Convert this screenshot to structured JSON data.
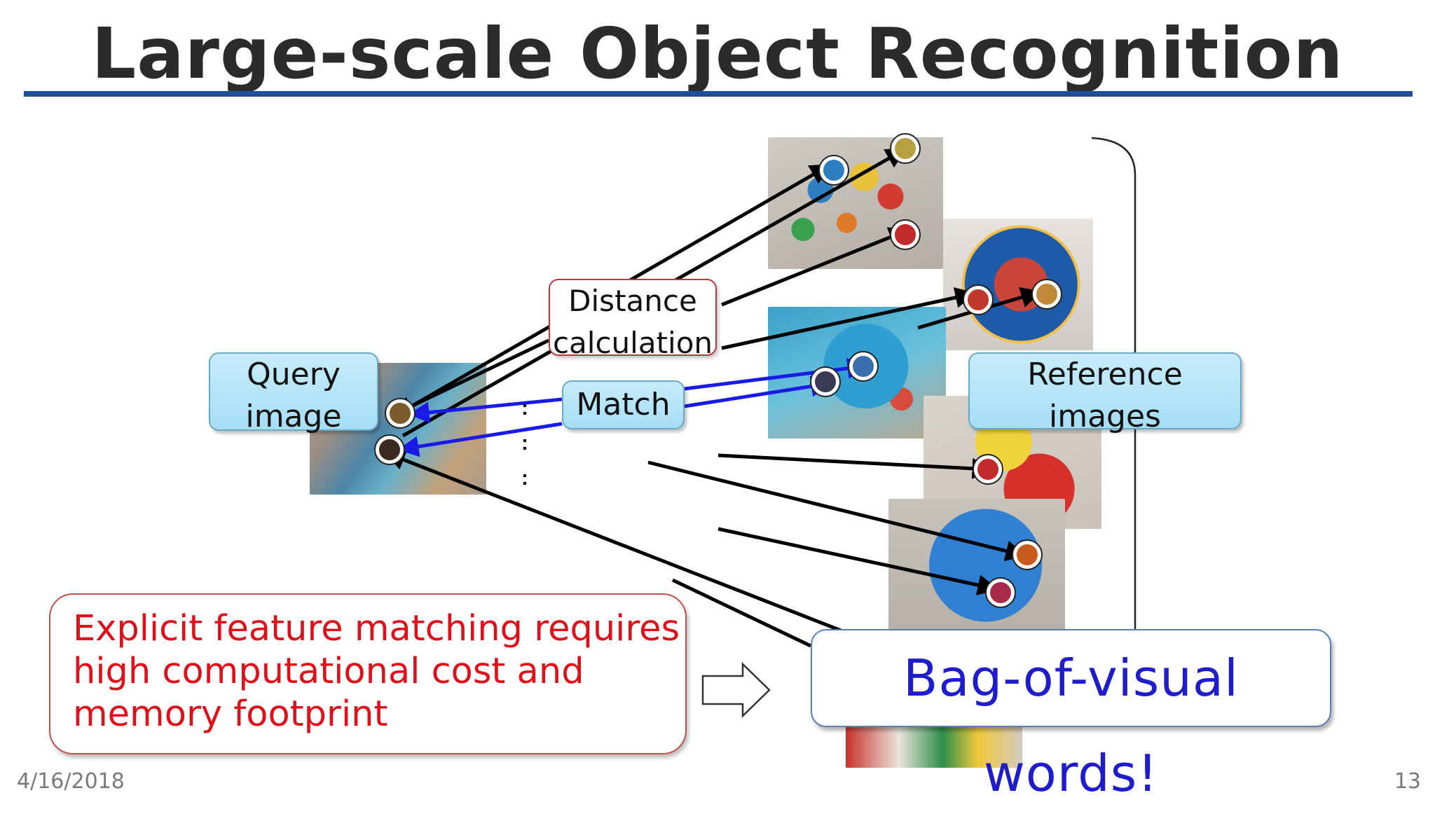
{
  "slide": {
    "title": "Large-scale Object Recognition",
    "footer_date": "4/16/2018",
    "page_number": "13"
  },
  "labels": {
    "query": "Query image",
    "distance": "Distance calculation",
    "match": "Match",
    "reference": "Reference images",
    "explicit": "Explicit feature matching requires high computational cost and memory footprint",
    "bow": "Bag-of-visual words!",
    "ellipsis": ":"
  },
  "colors": {
    "title_rule": "#1f4e9c",
    "match_arrow": "#1a1ae6",
    "distance_arrow": "#000000",
    "explicit_text": "#e0101a",
    "bow_text": "#1f1ccc"
  },
  "icons": [
    "right-arrow-icon"
  ]
}
